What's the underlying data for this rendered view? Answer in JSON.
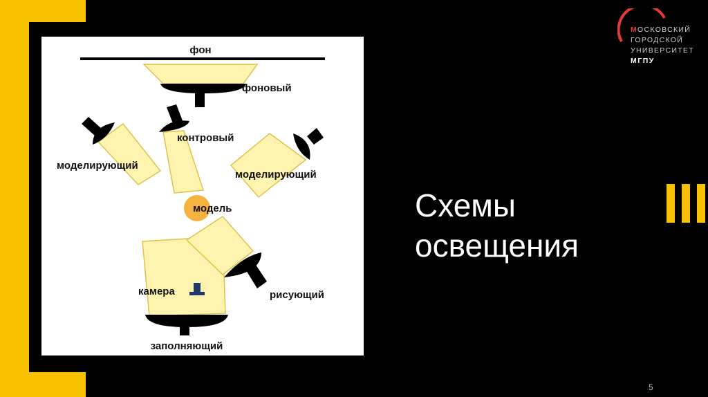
{
  "logo": {
    "line1_first": "М",
    "line1_rest": "ОСКОВСКИЙ",
    "line2": "ГОРОДСКОЙ",
    "line3": "УНИВЕРСИТЕТ",
    "line4": "МГПУ",
    "accent_color": "#e53935"
  },
  "slide": {
    "title_line1": "Схемы",
    "title_line2": "освещения",
    "page_number": "5",
    "accent_color": "#f9c200"
  },
  "diagram": {
    "labels": {
      "background": "фон",
      "background_light": "фоновый",
      "back_light": "контровый",
      "modeling_left": "моделирующий",
      "modeling_right": "моделирующий",
      "model": "модель",
      "camera": "камера",
      "key_light": "рисующий",
      "fill_light": "заполняющий"
    },
    "colors": {
      "beam": "#fff3b0",
      "beam_stroke": "#e0c14a",
      "model": "#f4b23e",
      "fixture": "#000000",
      "camera": "#1e3a6a"
    }
  }
}
